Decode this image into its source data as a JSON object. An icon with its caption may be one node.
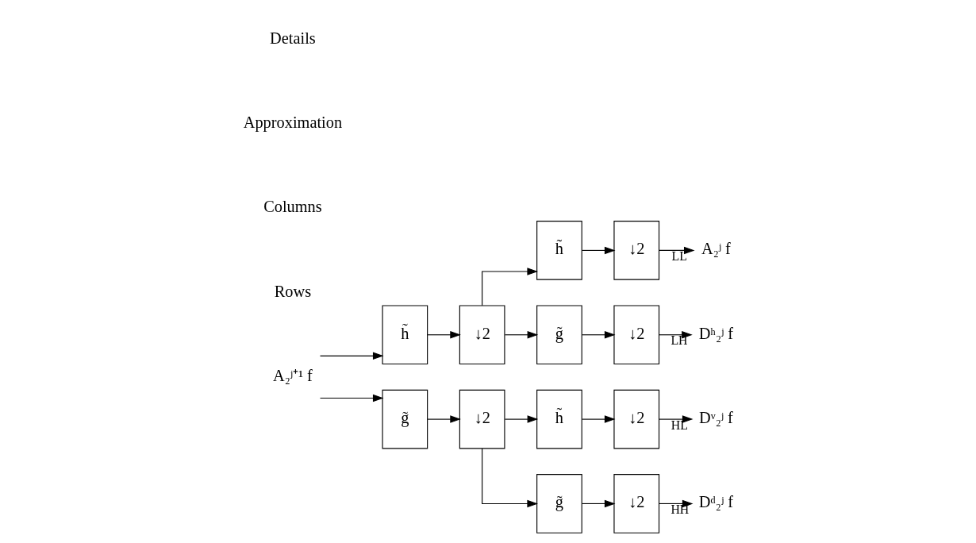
{
  "diagram": {
    "nodes": [
      {
        "text": [
          "A₂ʲ⁺¹ f"
        ]
      },
      {
        "text": [
          "h̃"
        ]
      },
      {
        "text": [
          "↓2"
        ]
      },
      {
        "text": [
          "g̃"
        ]
      },
      {
        "text": [
          "↓2"
        ]
      },
      {
        "text": [
          "h̃"
        ]
      },
      {
        "text": [
          "↓2"
        ]
      },
      {
        "text": [
          "A₂ʲ f"
        ]
      },
      {
        "text": [
          "g̃"
        ]
      },
      {
        "text": [
          "↓2"
        ]
      },
      {
        "text": [
          "Dʰ₂ʲ f"
        ]
      },
      {
        "text": [
          "h̃"
        ]
      },
      {
        "text": [
          "↓2"
        ]
      },
      {
        "text": [
          "Dᵛ₂ʲ f"
        ]
      },
      {
        "text": [
          "g̃"
        ]
      },
      {
        "text": [
          "↓2"
        ]
      },
      {
        "text": [
          "Dᵈ₂ʲ f"
        ]
      }
    ],
    "edges": [
      {
        "from": 0,
        "to": 1,
        "arrow": "to"
      },
      {
        "from": 0,
        "to": 3,
        "arrow": "to"
      },
      {
        "from": 1,
        "to": 2,
        "arrow": "to"
      },
      {
        "from": 3,
        "to": 4,
        "arrow": "to"
      },
      {
        "from": 2,
        "to": 5,
        "arrow": "to"
      },
      {
        "from": 2,
        "to": 8,
        "arrow": "to"
      },
      {
        "from": 5,
        "to": 6,
        "arrow": "to"
      },
      {
        "from": 6,
        "to": 7,
        "label": "LL",
        "arrow": "to"
      },
      {
        "from": 8,
        "to": 9,
        "arrow": "to"
      },
      {
        "from": 9,
        "to": 10,
        "label": "LH",
        "arrow": "to"
      },
      {
        "from": 4,
        "to": 11,
        "arrow": "to"
      },
      {
        "from": 4,
        "to": 14,
        "arrow": "to"
      },
      {
        "from": 11,
        "to": 12,
        "arrow": "to"
      },
      {
        "from": 12,
        "to": 13,
        "label": "HL",
        "arrow": "to"
      },
      {
        "from": 14,
        "to": 15,
        "arrow": "to"
      },
      {
        "from": 15,
        "to": 16,
        "label": "HH",
        "arrow": "to"
      }
    ],
    "labels": [
      "Rows",
      "Columns",
      "Approximation",
      "Details"
    ]
  }
}
